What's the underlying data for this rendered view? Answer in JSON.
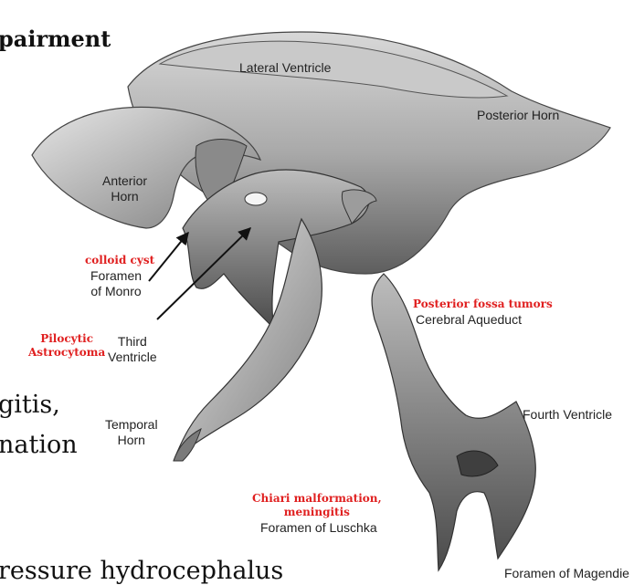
{
  "slide": {
    "heading": "pairment",
    "line_1": "gitis,",
    "line_2": "nation",
    "line_3": "ressure hydrocephalus"
  },
  "diagram": {
    "labels": {
      "lateral_ventricle": "Lateral Ventricle",
      "posterior_horn": "Posterior Horn",
      "anterior_horn_1": "Anterior",
      "anterior_horn_2": "Horn",
      "foramen_monro_1": "Foramen",
      "foramen_monro_2": "of Monro",
      "third_ventricle_1": "Third",
      "third_ventricle_2": "Ventricle",
      "cerebral_aqueduct": "Cerebral Aqueduct",
      "fourth_ventricle": "Fourth Ventricle",
      "temporal_horn_1": "Temporal",
      "temporal_horn_2": "Horn",
      "foramen_luschka": "Foramen of Luschka",
      "foramen_magendie": "Foramen of Magendie"
    },
    "annotations": {
      "colloid_cyst": "colloid cyst",
      "pilocytic_1": "Pilocytic",
      "pilocytic_2": "Astrocytoma",
      "posterior_fossa": "Posterior fossa tumors",
      "chiari_1": "Chiari malformation,",
      "chiari_2": "meningitis"
    },
    "annotation_color": "#e02020"
  }
}
